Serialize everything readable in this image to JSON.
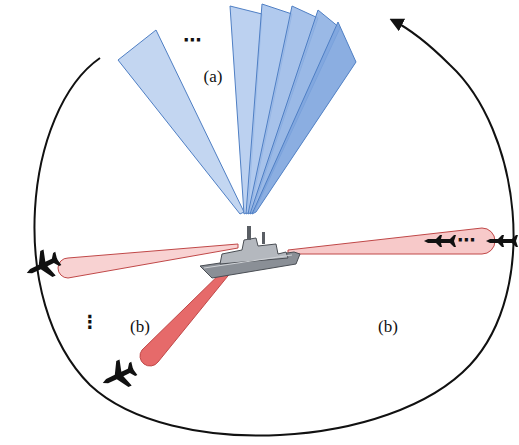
{
  "diagram": {
    "labels": [
      "(a)",
      "(b)",
      "(b)",
      "⋯",
      "⋮",
      "⋯"
    ]
  }
}
